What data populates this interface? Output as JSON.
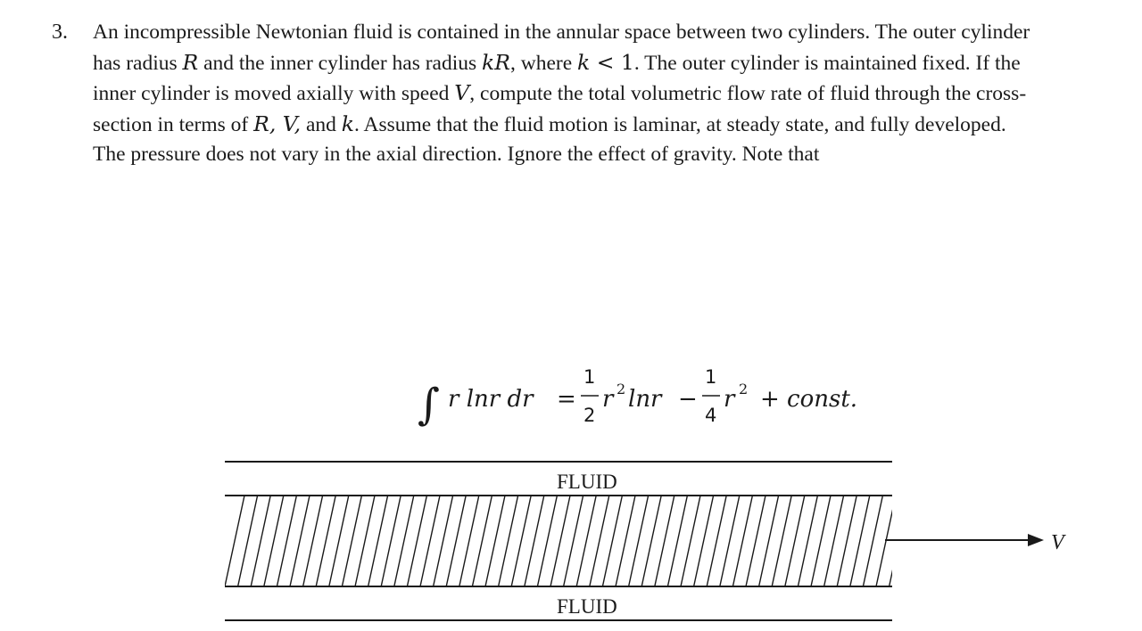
{
  "problem": {
    "number": "3.",
    "text_1": "An incompressible Newtonian fluid is contained in the annular space between two cylinders. The outer cylinder has radius ",
    "var_R": "R",
    "text_2": " and the inner cylinder has radius ",
    "var_kR": "kR",
    "text_3": ", where ",
    "var_k": "k",
    "text_4": " < 1",
    "text_5": ". The outer cylinder is maintained fixed. If the inner cylinder is moved axially with speed ",
    "var_V": "V",
    "text_6": ", compute the total volumetric flow rate of fluid through the cross-section in terms of ",
    "var_list": "R, V,",
    "text_7": " and ",
    "var_k2": "k",
    "text_8": ". Assume that the fluid motion is laminar, at steady state, and fully developed. The pressure does not vary in the axial direction. Ignore the effect of gravity. Note that"
  },
  "equation": {
    "integral": "∫",
    "integrand": "r lnr dr",
    "equals": "=",
    "frac1_num": "1",
    "frac1_den": "2",
    "term1": "r",
    "exp1": "2",
    "term1_tail": "lnr",
    "minus": "−",
    "frac2_num": "1",
    "frac2_den": "4",
    "term2": "r",
    "exp2": "2",
    "tail": "+ const."
  },
  "figure": {
    "fluid_top": "FLUID",
    "fluid_bottom": "FLUID",
    "velocity_label": "V"
  }
}
